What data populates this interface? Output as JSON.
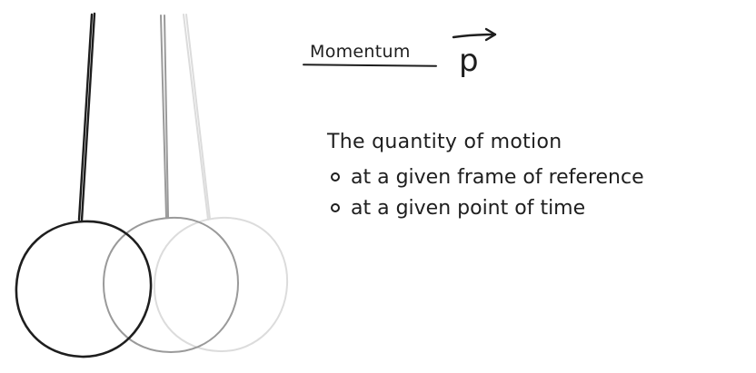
{
  "title": "Momentum",
  "symbol": "p",
  "definition": "The quantity of motion",
  "bullets": [
    "at a given frame of reference",
    "at a given point of time"
  ],
  "colors": {
    "ink": "#1e1e1e",
    "faded_1": "#9a9a9a",
    "faded_2": "#dcdcdc",
    "background": "#ffffff"
  }
}
